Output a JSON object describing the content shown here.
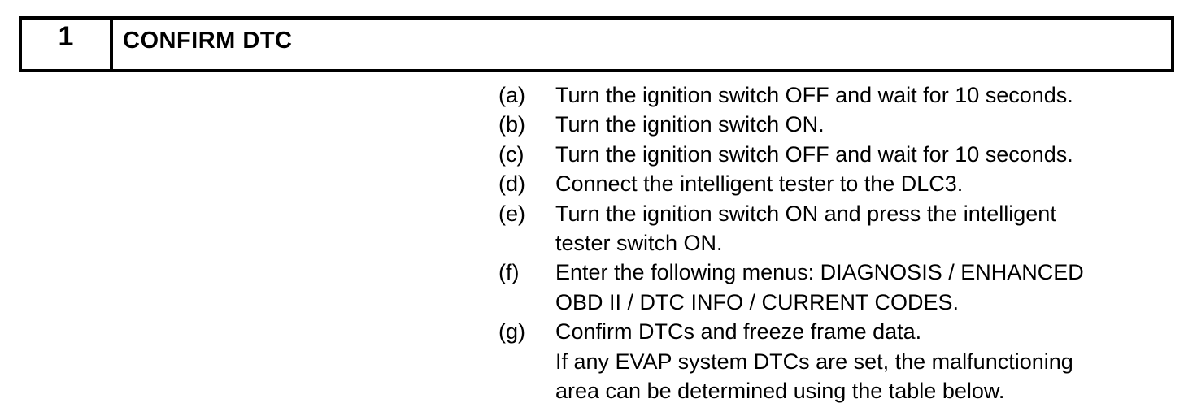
{
  "colors": {
    "background": "#ffffff",
    "text": "#000000",
    "border": "#000000"
  },
  "header": {
    "step_number": "1",
    "title": "CONFIRM DTC"
  },
  "procedure": {
    "steps": [
      {
        "label": "(a)",
        "lines": [
          "Turn the ignition switch OFF and wait for 10 seconds."
        ]
      },
      {
        "label": "(b)",
        "lines": [
          "Turn the ignition switch ON."
        ]
      },
      {
        "label": "(c)",
        "lines": [
          "Turn the ignition switch OFF and wait for 10 seconds."
        ]
      },
      {
        "label": "(d)",
        "lines": [
          "Connect the intelligent tester to the DLC3."
        ]
      },
      {
        "label": "(e)",
        "lines": [
          "Turn the ignition switch ON and press the intelligent",
          "tester switch ON."
        ]
      },
      {
        "label": "(f)",
        "lines": [
          "Enter the following menus: DIAGNOSIS / ENHANCED",
          "OBD II / DTC INFO / CURRENT CODES."
        ]
      },
      {
        "label": "(g)",
        "lines": [
          "Confirm DTCs and freeze frame data.",
          "If any EVAP system DTCs are set, the malfunctioning",
          "area can be determined using the table below."
        ]
      }
    ]
  }
}
